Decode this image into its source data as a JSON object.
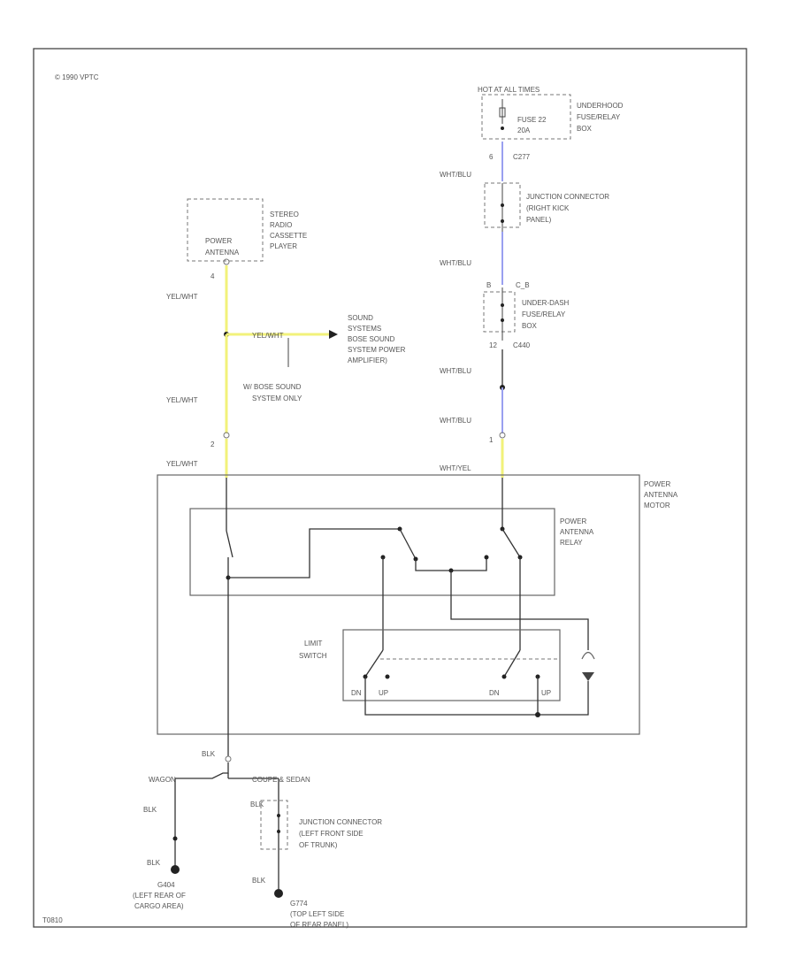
{
  "copyright": "© 1990 VPTC",
  "figure_id": "T0810",
  "colors": {
    "yellow_wire": "#f2f27a",
    "blue_wire": "#9aa0f0",
    "line": "#333333",
    "text": "#555555"
  },
  "fuse": {
    "header": "HOT AT ALL TIMES",
    "label_1": "FUSE 22",
    "label_2": "20A",
    "box_1": "UNDERHOOD",
    "box_2": "FUSE/RELAY",
    "box_3": "BOX"
  },
  "c277": "C277",
  "pin_6": "6",
  "jc_right": {
    "line1": "JUNCTION CONNECTOR",
    "line2": "(RIGHT KICK",
    "line3": "PANEL)"
  },
  "c_b_pin": "B",
  "c_b": "C_B",
  "dash_box": {
    "line1": "UNDER-DASH",
    "line2": "FUSE/RELAY",
    "line3": "BOX"
  },
  "pin_12": "12",
  "c440": "C440",
  "pin_1": "1",
  "stereo": {
    "line1": "STEREO",
    "line2": "RADIO",
    "line3": "CASSETTE",
    "line4": "PLAYER",
    "power_1": "POWER",
    "power_2": "ANTENNA"
  },
  "pin_4": "4",
  "pin_2": "2",
  "wire_labels": {
    "yel_wht": "YEL/WHT",
    "wht_blu": "WHT/BLU",
    "wht_yel": "WHT/YEL",
    "blk": "BLK"
  },
  "sound": {
    "line1": "SOUND",
    "line2": "SYSTEMS",
    "line3": "BOSE SOUND",
    "line4": "SYSTEM POWER",
    "line5": "AMPLIFIER)"
  },
  "bose_note": {
    "line1": "W/ BOSE SOUND",
    "line2": "SYSTEM ONLY"
  },
  "motor": {
    "line1": "POWER",
    "line2": "ANTENNA",
    "line3": "MOTOR"
  },
  "relay": {
    "line1": "POWER",
    "line2": "ANTENNA",
    "line3": "RELAY"
  },
  "limit": {
    "line1": "LIMIT",
    "line2": "SWITCH",
    "dn": "DN",
    "up": "UP"
  },
  "variants": {
    "wagon": "WAGON",
    "coupe_sedan": "COUPE & SEDAN"
  },
  "jc_trunk": {
    "line1": "JUNCTION CONNECTOR",
    "line2": "(LEFT FRONT SIDE",
    "line3": "OF TRUNK)"
  },
  "g404": {
    "name": "G404",
    "line1": "(LEFT REAR OF",
    "line2": "CARGO AREA)"
  },
  "g774": {
    "name": "G774",
    "line1": "(TOP LEFT SIDE",
    "line2": "OF REAR PANEL)"
  }
}
